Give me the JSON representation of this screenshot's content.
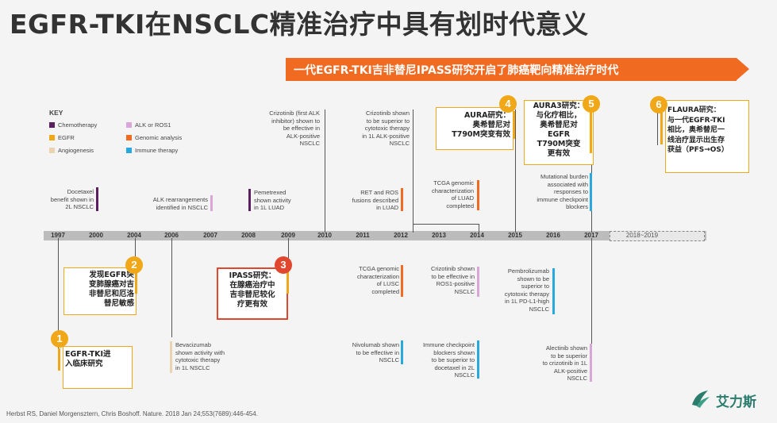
{
  "title": "EGFR-TKI在NSCLC精准治疗中具有划时代意义",
  "banner": "一代EGFR-TKI吉非替尼IPASS研究开启了肺癌靶向精准治疗时代",
  "key": {
    "title": "KEY",
    "items": [
      {
        "label": "Chemotherapy",
        "color": "#5a1f5c"
      },
      {
        "label": "EGFR",
        "color": "#f0a818"
      },
      {
        "label": "Angiogenesis",
        "color": "#ead3b0"
      },
      {
        "label": "ALK or ROS1",
        "color": "#d9a6d9"
      },
      {
        "label": "Genomic analysis",
        "color": "#f06a22"
      },
      {
        "label": "Immune therapy",
        "color": "#29a8e0"
      }
    ]
  },
  "years": [
    "1997",
    "2000",
    "2004",
    "2006",
    "2007",
    "2008",
    "2009",
    "2010",
    "2011",
    "2012",
    "2013",
    "2014",
    "2015",
    "2016",
    "2017",
    "2018~2019"
  ],
  "events": {
    "docetaxel": "Docetaxel\nbenefit shown in\n2L NSCLC",
    "alk_rearr": "ALK rearrangements\nidentified in NSCLC",
    "pemetrexed": "Pemetrexed\nshown activity\nin 1L LUAD",
    "crizo_alk": "Crizotinib (first ALK\ninhibitor) shown to\nbe effective in\nALK-positive\nNSCLC",
    "ret_ros": "RET and ROS\nfusions described\nin LUAD",
    "crizo_sup": "Crizotinib shown\nto be superior to\ncytotoxic therapy\nin 1L ALK-positive\nNSCLC",
    "tcga_luad": "TCGA genomic\ncharacterization\nof LUAD\ncompleted",
    "mut_burden": "Mutational burden\nassociated with\nresponses to\nimmune checkpoint\nblockers",
    "bevacizumab": "Bevacizumab\nshown activity with\ncytotoxic therapy\nin 1L NSCLC",
    "tcga_lusc": "TCGA genomic\ncharacterization\nof LUSC\ncompleted",
    "nivolumab": "Nivolumab shown\nto be effective in\nNSCLC",
    "crizo_ros1": "Crizotinib shown\nto be effective in\nROS1-positive\nNSCLC",
    "checkpoint": "Immune checkpoint\nblockers shown\nto be superior to\ndocetaxel in 2L\nNSCLC",
    "pembro": "Pembrolizumab\nshown to be\nsuperior to\ncytotoxic therapy\nin 1L PD-L1-high\nNSCLC",
    "alectinib": "Alectinib shown\nto be superior\nto crizotinib in 1L\nALK-positive\nNSCLC"
  },
  "callouts": [
    {
      "num": "1",
      "text": "EGFR-TKI进\n入临床研究"
    },
    {
      "num": "2",
      "text": "发现EGFR突\n变肺腺癌对吉\n非替尼和厄洛\n替尼敏感"
    },
    {
      "num": "3",
      "text": "IPASS研究：\n在腺癌治疗中\n吉非替尼较化\n疗更有效"
    },
    {
      "num": "4",
      "text": "AURA研究：\n奥希替尼对\nT790M突变有效"
    },
    {
      "num": "5",
      "text": "AURA3研究：\n与化疗相比，\n奥希替尼对\nEGFR\nT790M突变\n更有效"
    },
    {
      "num": "6",
      "text": "FLAURA研究：\n与一代EGFR-TKI\n相比，奥希替尼一\n线治疗显示出生存\n获益（PFS→OS）"
    }
  ],
  "citation": "Herbst RS, Daniel Morgensztern, Chris Boshoff. Nature. 2018 Jan 24;553(7689):446-454.",
  "logo_text": "艾力斯"
}
